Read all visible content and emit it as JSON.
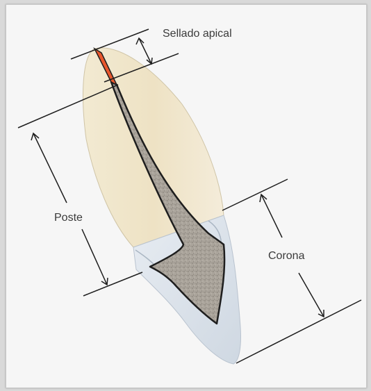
{
  "labels": {
    "apical_seal": "Sellado apical",
    "post": "Poste",
    "crown": "Corona"
  },
  "colors": {
    "background": "#f6f6f6",
    "root": "#efe3c8",
    "crown": "#dfe6ee",
    "post_material": "#a8a29a",
    "seal": "#e8582e",
    "lines": "#1e1e1e"
  }
}
